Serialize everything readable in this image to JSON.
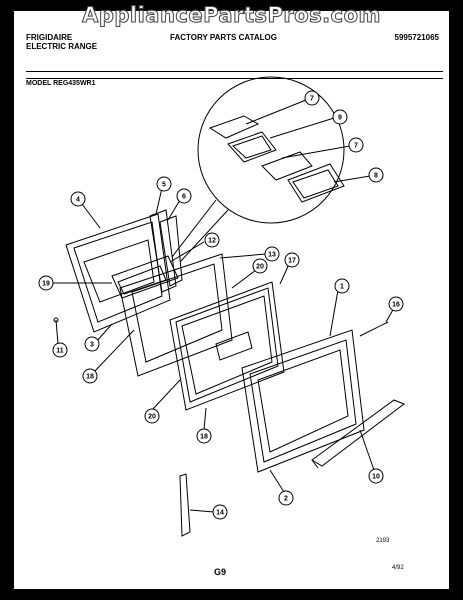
{
  "watermark": "AppliancePartsPros.com",
  "header": {
    "brand_line1": "FRIGIDAIRE",
    "brand_line2": "ELECTRIC RANGE",
    "catalog": "FACTORY PARTS CATALOG",
    "part_number": "5995721065",
    "model": "MODEL REG435WR1"
  },
  "footer": {
    "code": "2193",
    "page": "G9",
    "date": "4/92"
  },
  "callouts": [
    "7",
    "9",
    "7",
    "8",
    "5",
    "6",
    "4",
    "12",
    "13",
    "19",
    "20",
    "17",
    "1",
    "16",
    "11",
    "3",
    "18",
    "20",
    "18",
    "2",
    "10",
    "14"
  ]
}
